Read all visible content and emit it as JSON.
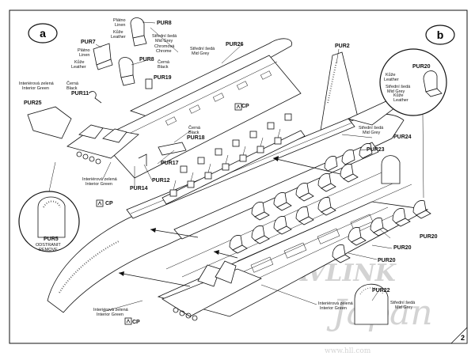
{
  "badges": {
    "a": "a",
    "b": "b"
  },
  "page_number": "2",
  "watermark": {
    "main": "TESAVLINK",
    "sub": "Japan",
    "url": "www.hll.com"
  },
  "labels": {
    "pur8_top": "PUR8",
    "platno_linen_1_cz": "Plátno",
    "platno_linen_1_en": "Linen",
    "kuze_leather_1_cz": "Kůže",
    "kuze_leather_1_en": "Leather",
    "pur7": "PUR7",
    "platno_linen_2_cz": "Plátno",
    "platno_linen_2_en": "Linen",
    "kuze_leather_2_cz": "Kůže",
    "kuze_leather_2_en": "Leather",
    "stredni_seda_1_cz": "Střední šedá",
    "stredni_seda_1_en": "Mid Grey",
    "chrom_cz": "Chromová",
    "chrom_en": "Chrome",
    "pur8_mid": "PUR8",
    "cerna_1_cz": "Černá",
    "cerna_1_en": "Black",
    "pur19": "PUR19",
    "pur26": "PUR26",
    "stredni_seda_2_cz": "Střední šedá",
    "stredni_seda_2_en": "Mid Grey",
    "cerna_2_cz": "Černá",
    "cerna_2_en": "Black",
    "pur11": "PUR11",
    "interierova_1_cz": "Interiérová zelená",
    "interierova_1_en": "Interior Green",
    "pur25": "PUR25",
    "cp_top": "CP",
    "cerna_3_cz": "Černá",
    "cerna_3_en": "Black",
    "pur18": "PUR18",
    "pur17": "PUR17",
    "pur12": "PUR12",
    "pur14": "PUR14",
    "interierova_2_cz": "Interiérová zelená",
    "interierova_2_en": "Interior Green",
    "cp_mid": "CP",
    "pur5": "PUR5",
    "odstranit_cz": "ODSTRANIT",
    "odstranit_en": "REMOVE",
    "pur2": "PUR2",
    "stredni_seda_3_cz": "Střední šedá",
    "stredni_seda_3_en": "Mid Grey",
    "pur23": "PUR23",
    "pur24": "PUR24",
    "pur20_callout": "PUR20",
    "kuze_callout_1_cz": "Kůže",
    "kuze_callout_1_en": "Leather",
    "stredni_seda_4_cz": "Střední šedá",
    "stredni_seda_4_en": "Mid Grey",
    "kuze_callout_2_cz": "Kůže",
    "kuze_callout_2_en": "Leather",
    "pur20_a": "PUR20",
    "pur20_b": "PUR20",
    "pur20_c": "PUR20",
    "pur22": "PUR22",
    "stredni_seda_5_cz": "Střední šedá",
    "stredni_seda_5_en": "Mid Grey",
    "interierova_3_cz": "Interiérová zelená",
    "interierova_3_en": "Interior Green",
    "interierova_4_cz": "Interiérová zelená",
    "interierova_4_en": "Interior Green",
    "cp_bottom": "CP"
  }
}
